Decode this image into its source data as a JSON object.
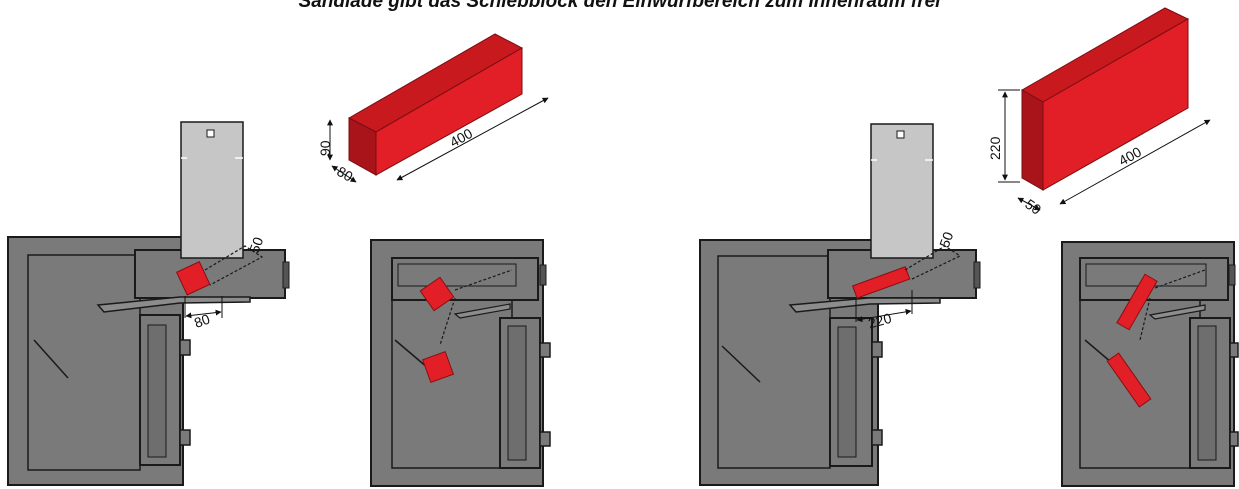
{
  "title": "Sandlade gibt das Schiebblock den Einwurfbereich zum Innenraum frei",
  "colors": {
    "safe_body": "#7a7a7a",
    "safe_outline": "#1a1a1a",
    "slot_plate": "#c6c6c6",
    "block_front": "#e21f26",
    "block_top": "#c8191f",
    "block_side": "#a8141a"
  },
  "block_small": {
    "height": "90",
    "depth": "80",
    "length": "400"
  },
  "block_large": {
    "height": "220",
    "depth": "50",
    "length": "400"
  },
  "annotations": {
    "left_gap": "50",
    "left_block_width": "80",
    "right_gap": "50",
    "right_block_width": "220"
  }
}
